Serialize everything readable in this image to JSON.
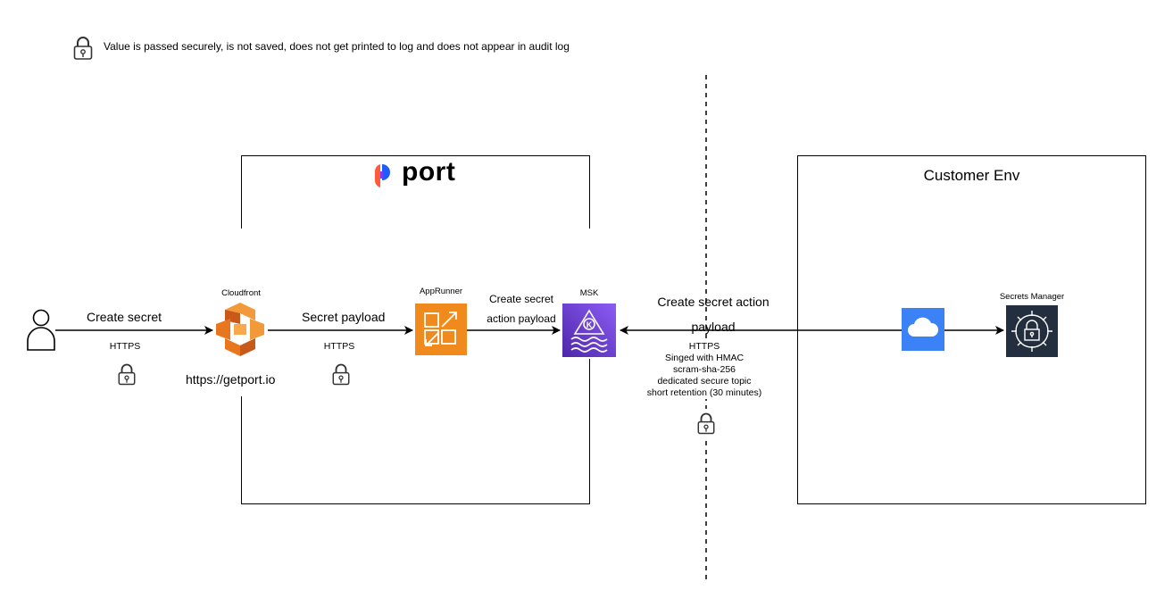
{
  "legend": {
    "text": "Value is passed securely, is not saved, does not get printed to log and does not appear in audit log",
    "icon": "lock-icon"
  },
  "port_box": {
    "logo_text": "port"
  },
  "customer_box": {
    "title": "Customer Env"
  },
  "user": {
    "icon": "user-icon"
  },
  "edges": {
    "create_secret": {
      "label": "Create secret",
      "protocol": "HTTPS"
    },
    "secret_payload": {
      "label": "Secret payload",
      "protocol": "HTTPS"
    },
    "create_secret_action_payload_internal": {
      "line1": "Create secret",
      "line2": "action payload"
    },
    "create_secret_action_payload_external": {
      "line1": "Create secret action",
      "line2": "payload",
      "details": [
        "HTTPS",
        "Singed with HMAC",
        "scram-sha-256",
        "dedicated secure topic",
        "short retention (30 minutes)"
      ]
    }
  },
  "nodes": {
    "cloudfront": {
      "label": "Cloudfront",
      "url": "https://getport.io"
    },
    "apprunner": {
      "label": "AppRunner"
    },
    "msk": {
      "label": "MSK"
    },
    "secrets_manager": {
      "label": "Secrets Manager"
    }
  },
  "colors": {
    "cloudfront_orange": "#e8761f",
    "apprunner_orange": "#f08a1d",
    "msk_purple": "#6c3fe0",
    "cloud_blue": "#3b82f6",
    "secrets_dark": "#232f3e",
    "port_blue": "#1e5cff"
  }
}
